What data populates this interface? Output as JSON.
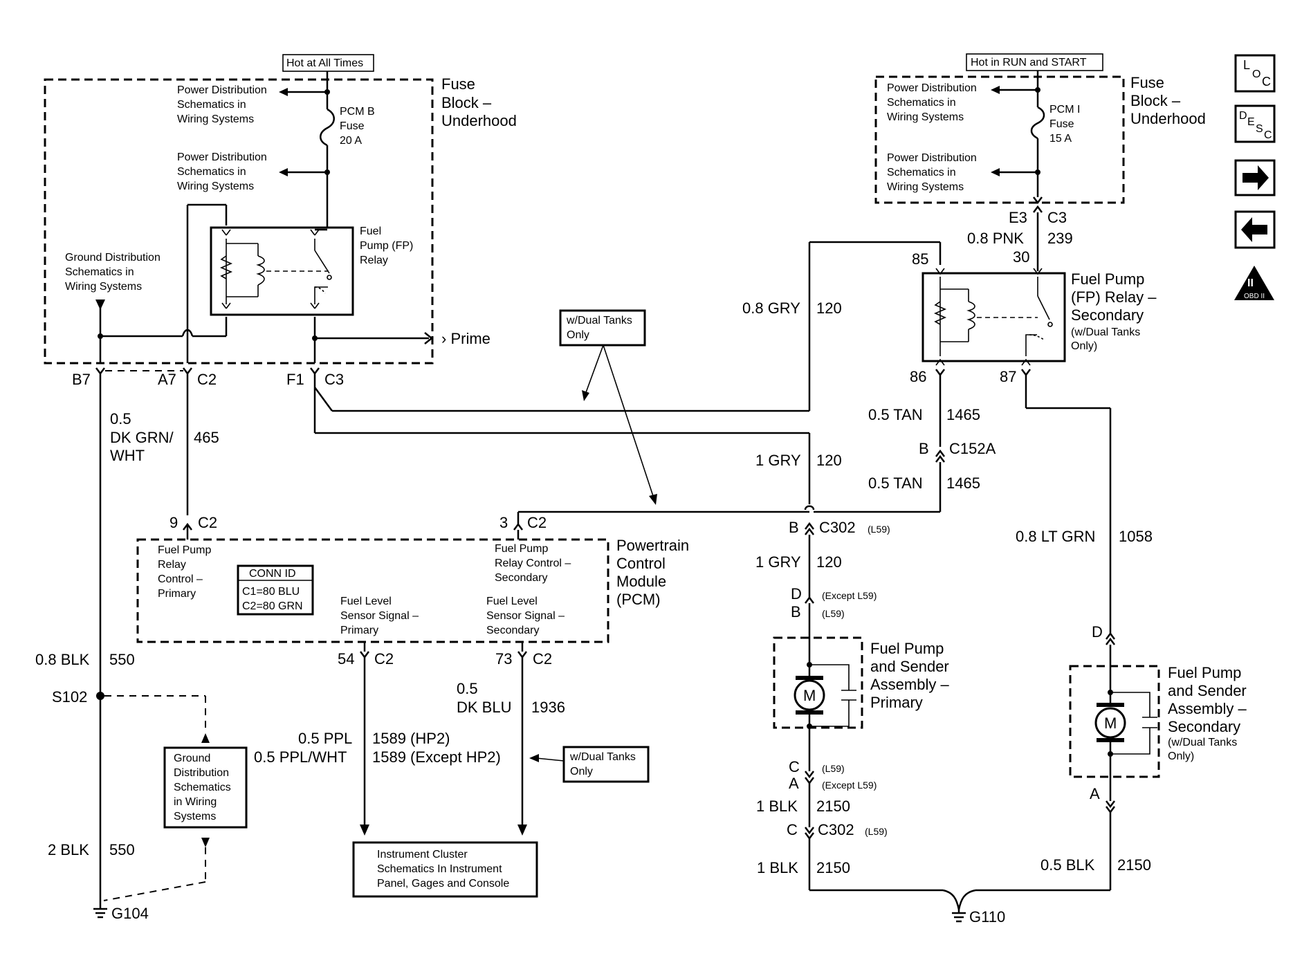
{
  "nav": {
    "loc": [
      "L",
      "O",
      "C"
    ],
    "desc": [
      "D",
      "E",
      "S",
      "C"
    ],
    "obd": "OBD II"
  },
  "left_fuse_block": {
    "hot_label": "Hot at All Times",
    "title": [
      "Fuse",
      "Block –",
      "Underhood"
    ],
    "pd1": [
      "Power Distribution",
      "Schematics in",
      "Wiring Systems"
    ],
    "fuse": [
      "PCM B",
      "Fuse",
      "20 A"
    ],
    "pd2": [
      "Power Distribution",
      "Schematics in",
      "Wiring Systems"
    ],
    "relay": [
      "Fuel",
      "Pump (FP)",
      "Relay"
    ],
    "ground_dist": [
      "Ground Distribution",
      "Schematics in",
      "Wiring Systems"
    ],
    "prime": "Prime"
  },
  "left_pins": {
    "b7": "B7",
    "a7": "A7",
    "c2": "C2",
    "f1": "F1",
    "c3": "C3"
  },
  "left_wires": {
    "w_b7": [
      "0.5",
      "DK GRN/",
      "WHT"
    ],
    "c465": "465",
    "blk08": "0.8 BLK",
    "c550a": "550",
    "s102": "S102",
    "blk2": "2 BLK",
    "c550b": "550",
    "g104": "G104"
  },
  "ground_box": [
    "Ground",
    "Distribution",
    "Schematics",
    "in Wiring",
    "Systems"
  ],
  "dual_tanks_top": [
    "w/Dual Tanks",
    "Only"
  ],
  "dual_tanks_bottom": [
    "w/Dual Tanks",
    "Only"
  ],
  "pcm": {
    "title": [
      "Powertrain",
      "Control",
      "Module",
      "(PCM)"
    ],
    "pin9": "9",
    "c2a": "C2",
    "pin3": "3",
    "c2b": "C2",
    "fp_primary": [
      "Fuel Pump",
      "Relay",
      "Control –",
      "Primary"
    ],
    "conn_id": "CONN ID",
    "conn_c1": "C1=80 BLU",
    "conn_c2": "C2=80 GRN",
    "fp_secondary": [
      "Fuel Pump",
      "Relay Control –",
      "Secondary"
    ],
    "fl_primary": [
      "Fuel Level",
      "Sensor Signal –",
      "Primary"
    ],
    "fl_secondary": [
      "Fuel Level",
      "Sensor Signal –",
      "Secondary"
    ],
    "pin54": "54",
    "c2c": "C2",
    "pin73": "73",
    "c2d": "C2"
  },
  "pcm_outputs": {
    "ppl": "0.5 PPL",
    "ppl_ckt": "1589 (HP2)",
    "pplw": "0.5 PPL/WHT",
    "pplw_ckt": "1589 (Except HP2)",
    "dkblu": [
      "0.5",
      "DK BLU"
    ],
    "dkblu_ckt": "1936"
  },
  "instrument_box": [
    "Instrument Cluster",
    "Schematics In Instrument",
    "Panel, Gages and Console"
  ],
  "right_fuse_block": {
    "hot_label": "Hot in RUN and START",
    "title": [
      "Fuse",
      "Block –",
      "Underhood"
    ],
    "pd1": [
      "Power Distribution",
      "Schematics in",
      "Wiring Systems"
    ],
    "fuse": [
      "PCM I",
      "Fuse",
      "15 A"
    ],
    "pd2": [
      "Power Distribution",
      "Schematics in",
      "Wiring Systems"
    ]
  },
  "right_pins": {
    "e3": "E3",
    "c3": "C3",
    "pnk": "0.8 PNK",
    "c239": "239",
    "p30": "30",
    "p85": "85",
    "p86": "86",
    "p87": "87"
  },
  "sec_relay": [
    "Fuel Pump",
    "(FP) Relay –",
    "Secondary"
  ],
  "sec_relay_note": [
    "(w/Dual Tanks",
    "Only)"
  ],
  "right_wires": {
    "gry08": "0.8 GRY",
    "c120a": "120",
    "tan1": "0.5 TAN",
    "c1465a": "1465",
    "b": "B",
    "c152a": "C152A",
    "gry1a": "1 GRY",
    "c120b": "120",
    "tan2": "0.5 TAN",
    "c1465b": "1465",
    "ltgrn": "0.8 LT GRN",
    "c1058": "1058",
    "b2": "B",
    "c302a": "C302",
    "l59a": "(L59)",
    "gry1b": "1 GRY",
    "c120c": "120",
    "d": "D",
    "except1": "(Except L59)",
    "b3": "B",
    "l59b": "(L59)",
    "c": "C",
    "l59c": "(L59)",
    "a": "A",
    "except2": "(Except L59)",
    "blk1a": "1 BLK",
    "c2150a": "2150",
    "c2": "C",
    "c302b": "C302",
    "l59d": "(L59)",
    "blk1b": "1 BLK",
    "c2150b": "2150",
    "d2": "D",
    "a2": "A",
    "blk05": "0.5 BLK",
    "c2150c": "2150",
    "g110": "G110"
  },
  "pump_primary": [
    "Fuel Pump",
    "and Sender",
    "Assembly –",
    "Primary"
  ],
  "pump_secondary": [
    "Fuel Pump",
    "and Sender",
    "Assembly –",
    "Secondary"
  ],
  "pump_secondary_note": [
    "(w/Dual Tanks",
    "Only)"
  ],
  "motor": "M"
}
